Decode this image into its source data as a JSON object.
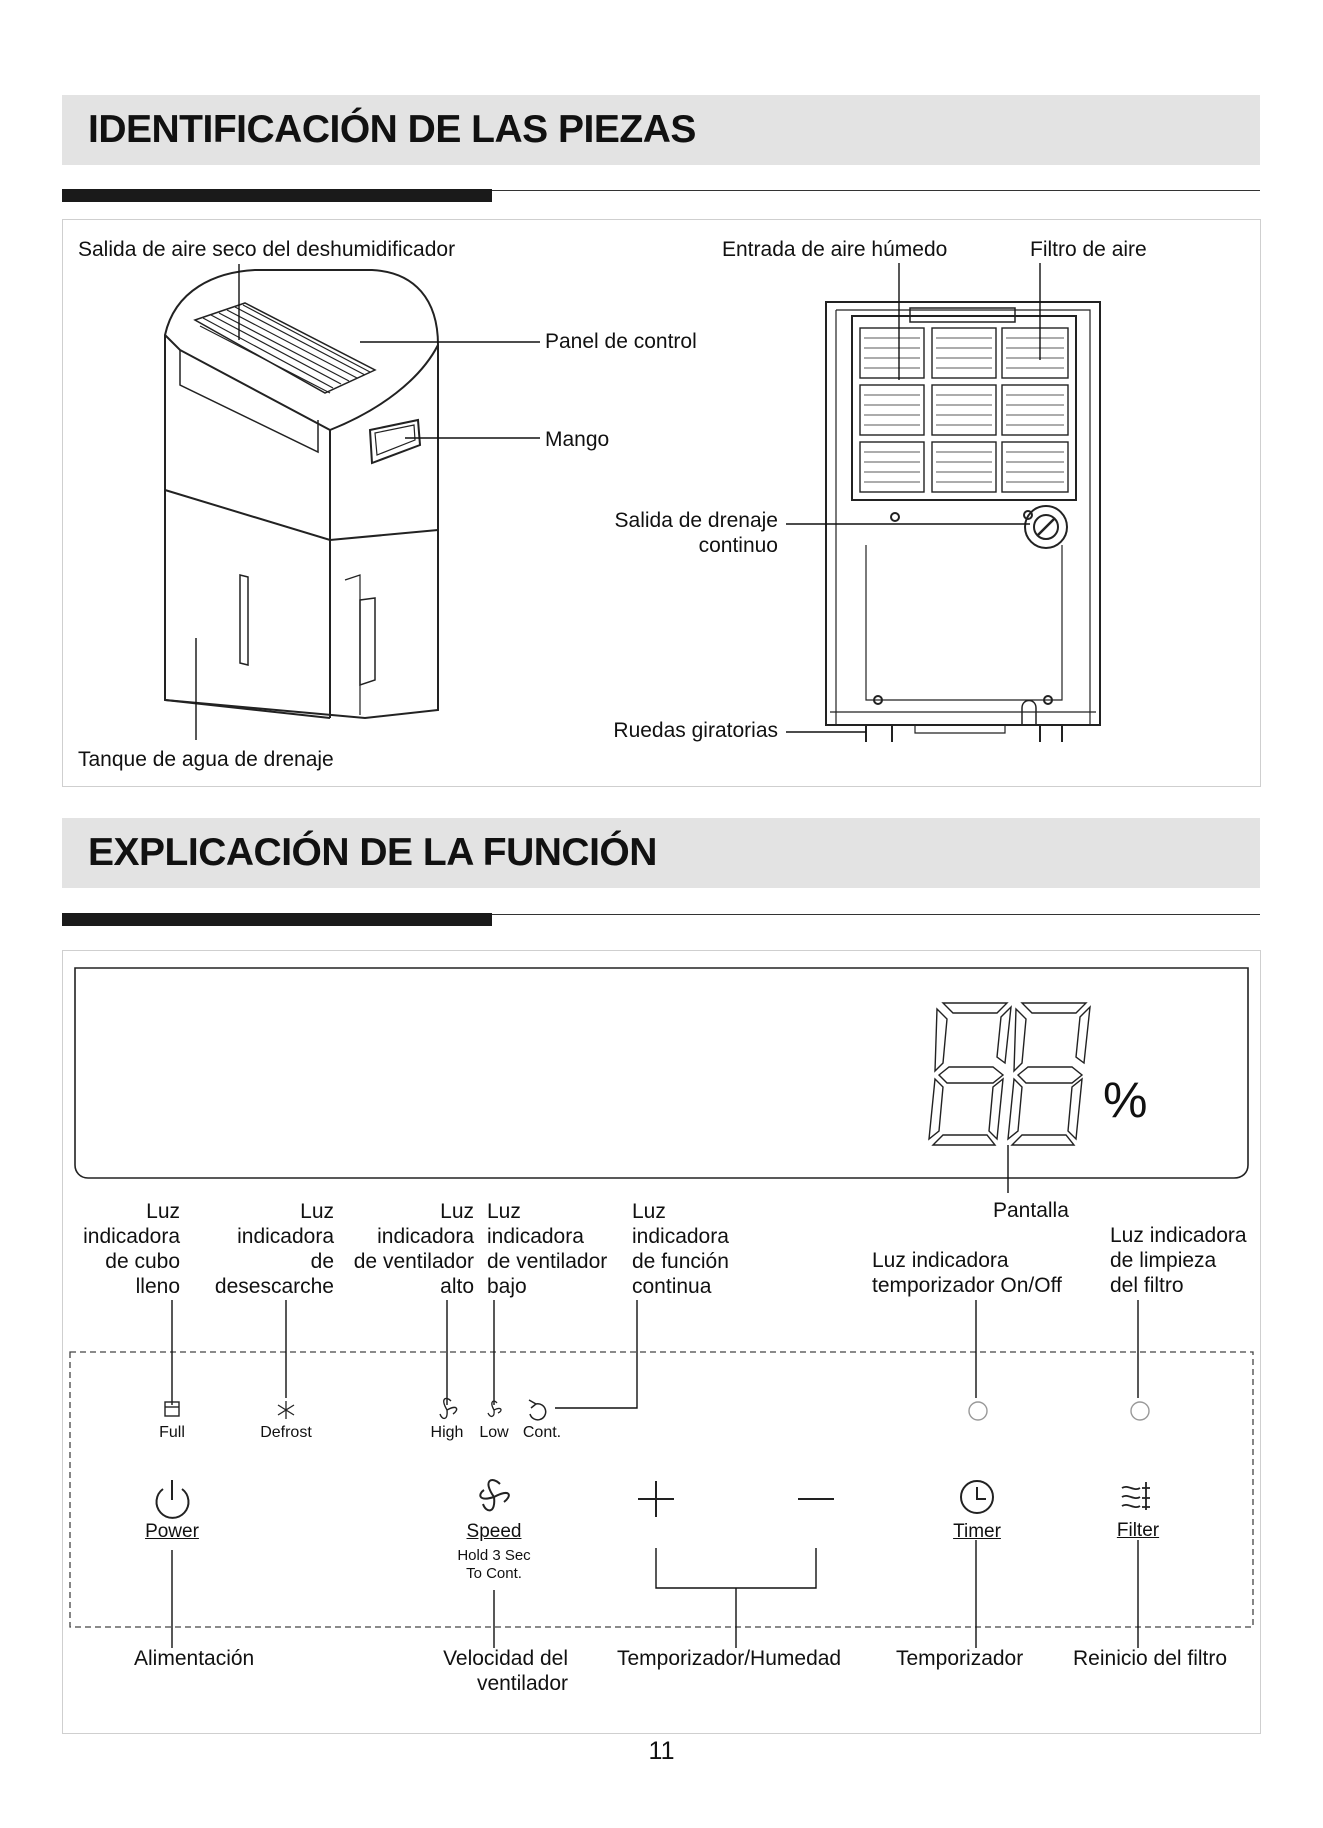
{
  "sections": {
    "parts_title": "IDENTIFICACIÓN DE LAS PIEZAS",
    "function_title": "EXPLICACIÓN DE LA FUNCIÓN"
  },
  "parts": {
    "air_out": "Salida de aire seco del deshumidificador",
    "control_panel": "Panel de control",
    "handle": "Mango",
    "tank": "Tanque de agua de drenaje",
    "air_in": "Entrada de aire húmedo",
    "filter": "Filtro de aire",
    "drain": "Salida de drenaje\ncontinuo",
    "wheels": "Ruedas giratorias"
  },
  "display": {
    "unit": "%",
    "label": "Pantalla"
  },
  "indicators": {
    "full": "Luz\nindicadora\nde cubo\nlleno",
    "defrost": "Luz\nindicadora\nde\ndesescarche",
    "high": "Luz\nindicadora\nde ventilador\nalto",
    "low": "Luz\nindicadora\nde ventilador\nbajo",
    "cont": "Luz\nindicadora\nde función\ncontinua",
    "timer": "Luz indicadora\ntemporizador On/Off",
    "filter": "Luz indicadora\nde limpieza\ndel filtro"
  },
  "panel": {
    "full": "Full",
    "defrost": "Defrost",
    "high": "High",
    "low": "Low",
    "cont": "Cont.",
    "power": "Power",
    "speed": "Speed",
    "speed_note": "Hold 3 Sec\nTo Cont.",
    "timer": "Timer",
    "filter": "Filter"
  },
  "functions": {
    "power": "Alimentación",
    "speed": "Velocidad del\nventilador",
    "timer_humidity": "Temporizador/Humedad",
    "timer": "Temporizador",
    "filter_reset": "Reinicio del filtro"
  },
  "page_number": "11"
}
